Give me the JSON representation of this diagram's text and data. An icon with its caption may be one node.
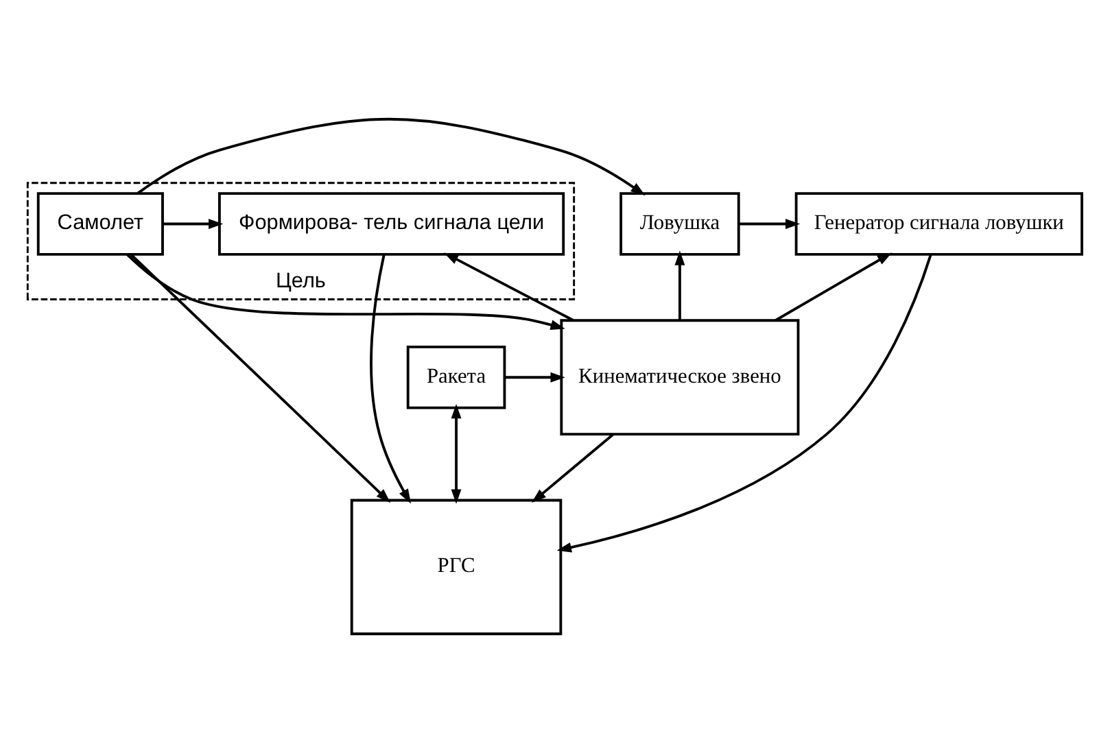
{
  "diagram": {
    "nodes": [
      {
        "text": [
          "Цель"
        ]
      },
      {
        "text": [
          "Самолет"
        ],
        "in": 0
      },
      {
        "text": [
          "Формирова- тель сигнала цели"
        ],
        "in": 0
      },
      {
        "text": [
          "Ловушка"
        ]
      },
      {
        "text": [
          "Генератор сигнала ловушки"
        ]
      },
      {
        "text": [
          "Кинематическое звено"
        ]
      },
      {
        "text": [
          "Ракета"
        ]
      },
      {
        "text": [
          "РГС"
        ]
      }
    ],
    "edges": [
      {
        "from": 1,
        "to": 3,
        "arrow": "to"
      },
      {
        "from": 1,
        "to": 2,
        "arrow": "to"
      },
      {
        "from": 3,
        "to": 4,
        "arrow": "to"
      },
      {
        "from": 1,
        "to": 5,
        "arrow": "to"
      },
      {
        "from": 1,
        "to": 7,
        "arrow": "to"
      },
      {
        "from": 5,
        "to": 2,
        "arrow": "to"
      },
      {
        "from": 5,
        "to": 3,
        "arrow": "to"
      },
      {
        "from": 5,
        "to": 4,
        "arrow": "to"
      },
      {
        "from": 5,
        "to": 7,
        "arrow": "to"
      },
      {
        "from": 2,
        "to": 7,
        "arrow": "to"
      },
      {
        "from": 4,
        "to": 7,
        "arrow": "to"
      },
      {
        "from": 6,
        "to": 5,
        "arrow": "to"
      },
      {
        "from": 6,
        "to": 7,
        "arrow": "both"
      }
    ]
  }
}
